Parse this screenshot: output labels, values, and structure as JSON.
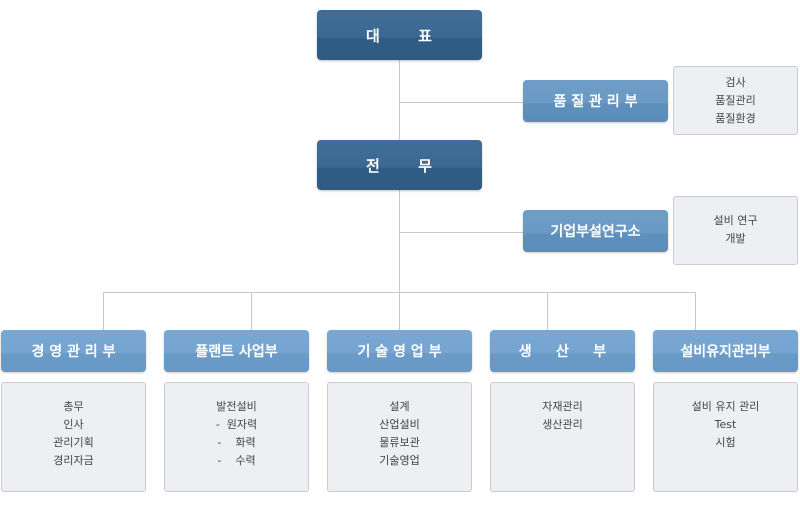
{
  "nodes": {
    "ceo": "대      표",
    "quality": "품 질 관 리 부",
    "exec": "전      무",
    "lab": "기업부설연구소"
  },
  "quality_tasks": [
    "검사",
    "품질관리",
    "품질환경"
  ],
  "lab_tasks": [
    "설비 연구",
    "개발"
  ],
  "departments": [
    {
      "name": "경 영 관 리 부",
      "tasks": [
        "총무",
        "인사",
        "관리기획",
        "경리자금"
      ]
    },
    {
      "name": "플랜트 사업부",
      "tasks": [
        "발전설비",
        "-  원자력",
        "-    화력",
        "-    수력"
      ]
    },
    {
      "name": "기 술 영 업 부",
      "tasks": [
        "설계",
        "산업설비",
        "물류보관",
        "기술영업"
      ]
    },
    {
      "name": "생     산     부",
      "tasks": [
        "자재관리",
        "생산관리"
      ]
    },
    {
      "name": "설비유지관리부",
      "tasks": [
        "설비 유지 관리",
        "Test",
        "시험"
      ]
    }
  ]
}
